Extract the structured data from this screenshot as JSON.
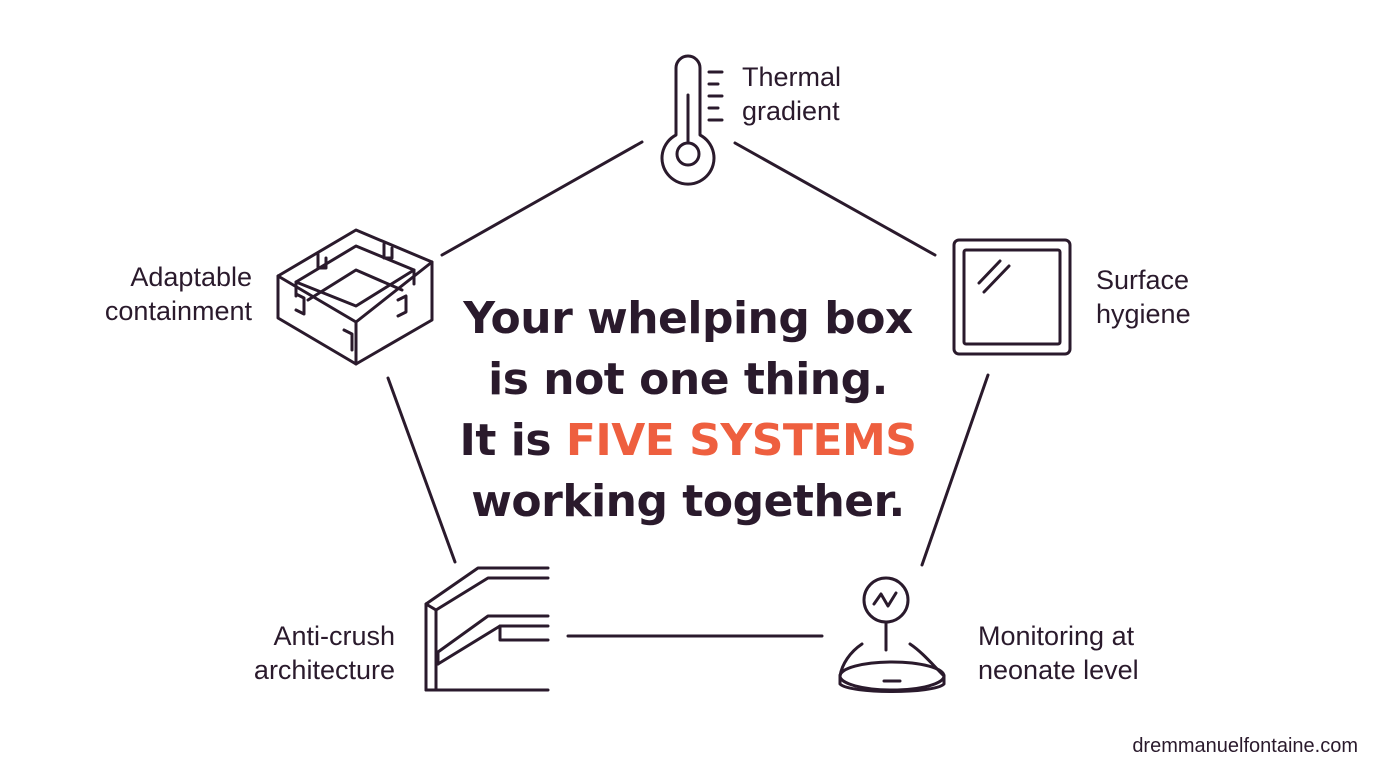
{
  "nodes": {
    "thermal": {
      "line1": "Thermal",
      "line2": "gradient",
      "icon": "thermometer-icon"
    },
    "surface": {
      "line1": "Surface",
      "line2": "hygiene",
      "icon": "glass-panel-icon"
    },
    "monitoring": {
      "line1": "Monitoring at",
      "line2": "neonate level",
      "icon": "monitor-sensor-icon"
    },
    "anticrush": {
      "line1": "Anti-crush",
      "line2": "architecture",
      "icon": "rail-wall-icon"
    },
    "containment": {
      "line1": "Adaptable",
      "line2": "containment",
      "icon": "box-panels-icon"
    }
  },
  "headline": {
    "line1": "Your whelping box",
    "line2": "is not one thing.",
    "line3_prefix": "It is ",
    "line3_highlight": "FIVE SYSTEMS",
    "line4": "working together."
  },
  "footer": {
    "url": "dremmanuelfontaine.com"
  },
  "colors": {
    "ink": "#2a1a2c",
    "accent": "#ee5f3f",
    "background": "#ffffff"
  }
}
